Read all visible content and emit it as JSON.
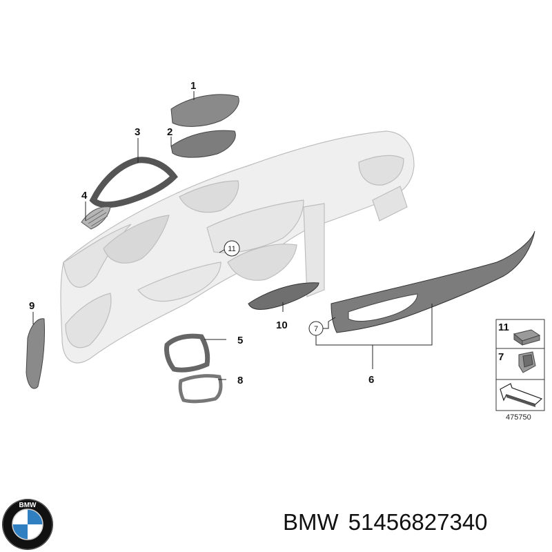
{
  "callouts": {
    "c1": "1",
    "c2": "2",
    "c3": "3",
    "c4": "4",
    "c5": "5",
    "c6": "6",
    "c7": "7",
    "c8": "8",
    "c9": "9",
    "c10": "10",
    "c11": "11"
  },
  "legend": {
    "row1": "11",
    "row2": "7",
    "diagram_number": "475750"
  },
  "footer": {
    "brand": "BMW",
    "part_number": "51456827340"
  },
  "logo": {
    "letters": "BMW",
    "colors": {
      "blue": "#2f7fc1",
      "black": "#111111",
      "white": "#ffffff"
    }
  },
  "colors": {
    "part_fill": "#8a8a8a",
    "dash_fill": "#eeeeee",
    "line": "#222222"
  }
}
